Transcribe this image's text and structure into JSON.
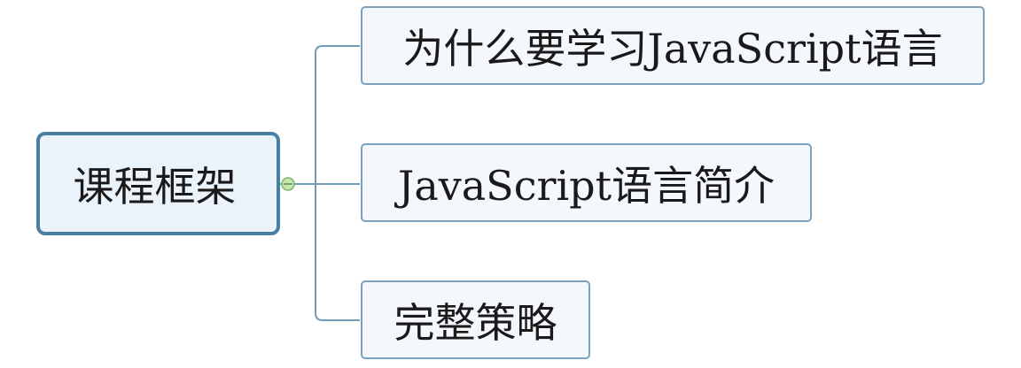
{
  "root": {
    "label": "课程框架"
  },
  "children": [
    {
      "label": "为什么要学习JavaScript语言"
    },
    {
      "label": "JavaScript语言简介"
    },
    {
      "label": "完整策略"
    }
  ],
  "colors": {
    "root_border": "#4a7fa3",
    "root_fill": "#eaf2fa",
    "child_border": "#7aa2bf",
    "child_fill": "#f4f7fb",
    "connector": "#6f9cba",
    "collapse_toggle_fill": "#c8e6b4",
    "collapse_toggle_stroke": "#7db36a"
  }
}
